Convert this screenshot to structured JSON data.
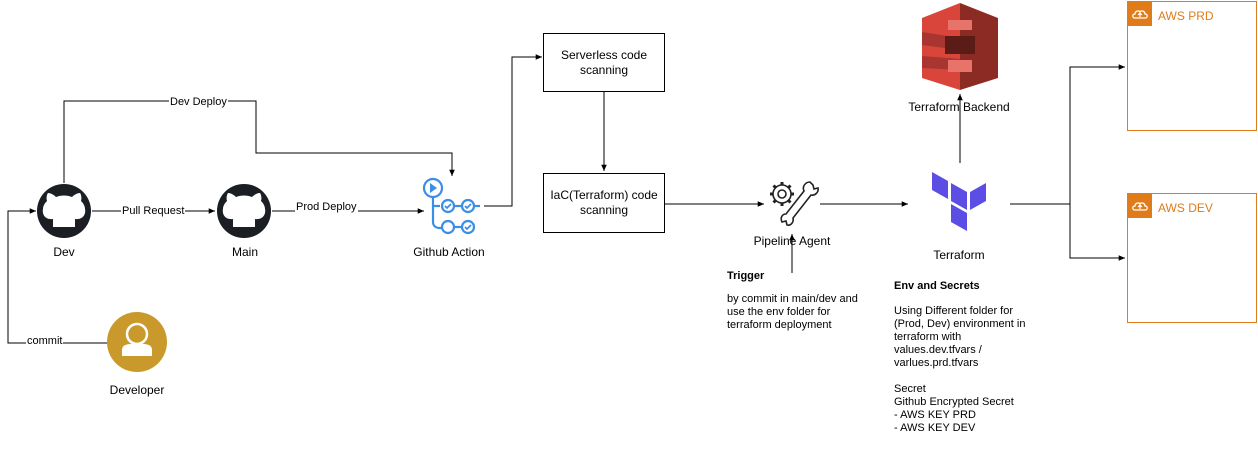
{
  "nodes": {
    "dev": "Dev",
    "main": "Main",
    "developer": "Developer",
    "github_action": "Github Action",
    "serverless_scan": "Serverless code scanning",
    "iac_scan": "IaC(Terraform) code scanning",
    "pipeline_agent": "Pipeline Agent",
    "terraform": "Terraform",
    "terraform_backend": "Terraform Backend",
    "aws_prd": "AWS PRD",
    "aws_dev": "AWS DEV"
  },
  "edges": {
    "dev_deploy": "Dev Deploy",
    "pull_request": "Pull Request",
    "prod_deploy": "Prod Deploy",
    "commit": "commit"
  },
  "notes": {
    "trigger": {
      "title": "Trigger",
      "lines": [
        "by commit in main/dev and",
        "use the env folder for",
        "terraform deployment"
      ]
    },
    "env": {
      "title": "Env and Secrets",
      "lines": [
        "Using Different folder for",
        "(Prod, Dev) environment in",
        "terraform with",
        "values.dev.tfvars /",
        "varlues.prd.tfvars",
        "",
        "Secret",
        "Github Encrypted Secret",
        "- AWS KEY PRD",
        "- AWS KEY DEV"
      ]
    }
  },
  "colors": {
    "github": "#1b1f23",
    "developer": "#c9992c",
    "action_blue": "#3b8ee8",
    "terraform_purple": "#5c4ee5",
    "s3_red": "#d9453b",
    "aws_orange": "#e07b1a"
  },
  "icons": {
    "dev": "github-icon",
    "main": "github-icon",
    "developer": "user-icon",
    "github_action": "github-actions-icon",
    "pipeline_agent": "gear-wrench-icon",
    "terraform": "terraform-icon",
    "terraform_backend": "s3-bucket-icon",
    "aws": "aws-cloud-icon"
  }
}
